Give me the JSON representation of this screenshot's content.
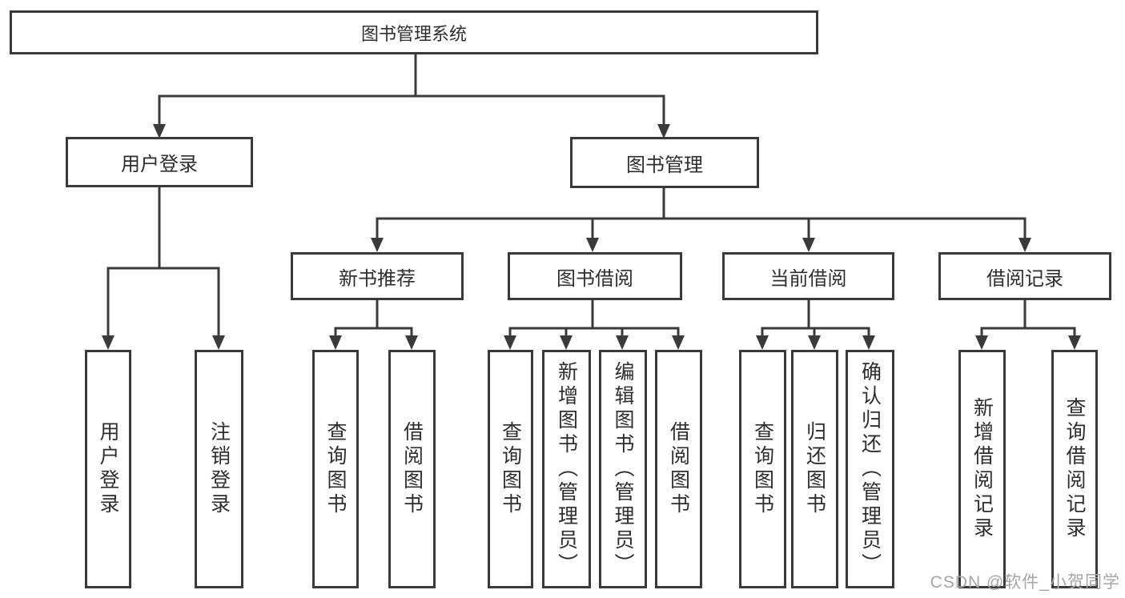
{
  "tree": {
    "label": "图书管理系统",
    "children": [
      {
        "label": "用户登录",
        "children": [
          {
            "label": "用户登录"
          },
          {
            "label": "注销登录"
          }
        ]
      },
      {
        "label": "图书管理",
        "children": [
          {
            "label": "新书推荐",
            "children": [
              {
                "label": "查询图书"
              },
              {
                "label": "借阅图书"
              }
            ]
          },
          {
            "label": "图书借阅",
            "children": [
              {
                "label": "查询图书"
              },
              {
                "label": "新增图书（管理员）"
              },
              {
                "label": "编辑图书（管理员）"
              },
              {
                "label": "借阅图书"
              }
            ]
          },
          {
            "label": "当前借阅",
            "children": [
              {
                "label": "查询图书"
              },
              {
                "label": "归还图书"
              },
              {
                "label": "确认归还（管理员）"
              }
            ]
          },
          {
            "label": "借阅记录",
            "children": [
              {
                "label": "新增借阅记录"
              },
              {
                "label": "查询借阅记录"
              }
            ]
          }
        ]
      }
    ]
  },
  "watermark": {
    "text": "CSDN @软件_小贺同学"
  },
  "colors": {
    "line": "#3a3a3a",
    "box_border": "#3a3a3a",
    "text": "#2e2e2e",
    "watermark": "#a5a5a5",
    "background": "#ffffff"
  }
}
